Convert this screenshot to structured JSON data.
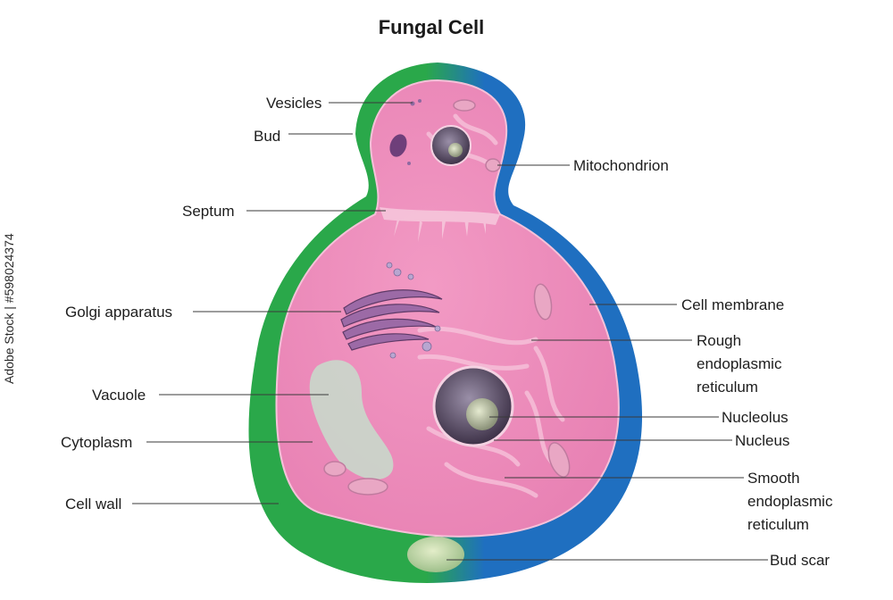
{
  "title": "Fungal Cell",
  "labels": {
    "vesicles": "Vesicles",
    "bud": "Bud",
    "septum": "Septum",
    "golgi": "Golgi apparatus",
    "vacuole": "Vacuole",
    "cytoplasm": "Cytoplasm",
    "cell_wall": "Cell wall",
    "mitochondrion": "Mitochondrion",
    "cell_membrane": "Cell membrane",
    "rough_er": [
      "Rough",
      "endoplasmic",
      "reticulum"
    ],
    "nucleolus": "Nucleolus",
    "nucleus": "Nucleus",
    "smooth_er": [
      "Smooth",
      "endoplasmic",
      "reticulum"
    ],
    "bud_scar": "Bud scar"
  },
  "credit": "Adobe Stock | #598024374",
  "colors": {
    "cytoplasm": "#ee86b8",
    "wall_green": "#2aa84a",
    "wall_blue": "#1f6fc0",
    "organelle_purple": "#8a5a96"
  }
}
